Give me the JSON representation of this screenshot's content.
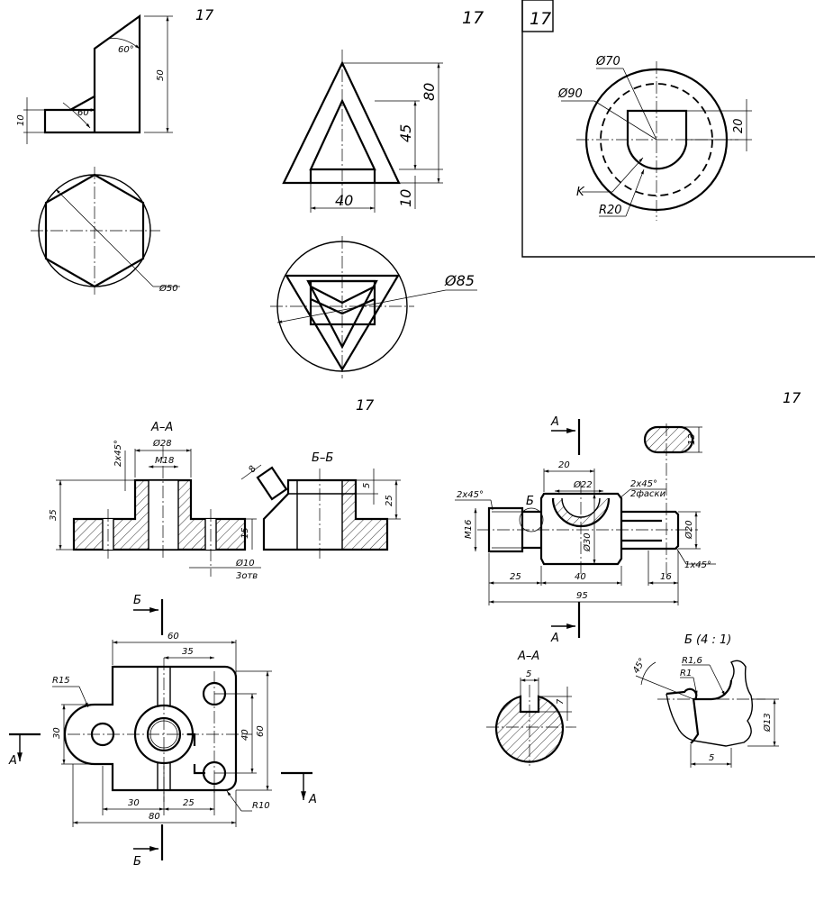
{
  "sheet": {
    "tasks": [
      {
        "number": "17",
        "dims": {
          "angle_top": "60°",
          "angle_ramp": "60°",
          "height": "50",
          "step": "10",
          "diameter": "Ø50"
        }
      },
      {
        "number": "17",
        "dims": {
          "height_total": "80",
          "height_inner": "45",
          "base": "10",
          "width": "40",
          "diameter": "Ø85"
        }
      },
      {
        "number": "17",
        "dims": {
          "inner_circle": "Ø70",
          "outer_circle": "Ø90",
          "flat": "20",
          "point": "K",
          "radius": "R20"
        }
      },
      {
        "number": "17",
        "section_aa": "А–А",
        "section_bb": "Б–Б",
        "dims": {
          "chamfer": "2x45°",
          "diameter_28": "Ø28",
          "thread": "M18",
          "size_8": "8",
          "size_5": "5",
          "size_25": "25",
          "size_35": "35",
          "size_15": "15",
          "holes": "Ø10",
          "holes_count": "3отв",
          "w60": "60",
          "w35": "35",
          "r15": "R15",
          "h30": "30",
          "h40": "40",
          "h60": "60",
          "b30": "30",
          "b25": "25",
          "w80": "80",
          "r10": "R10"
        },
        "markers": {
          "a": "А",
          "b": "Б"
        }
      },
      {
        "number": "17",
        "section_aa": "А–А",
        "detail": "Б (4 : 1)",
        "dims": {
          "chamfer_left": "2x45°",
          "chamfer_right": "2x45°",
          "chamfer_note": "2фаски",
          "w20": "20",
          "d22": "Ø22",
          "thread": "M16",
          "d30": "Ø30",
          "d20": "Ø20",
          "l25": "25",
          "l40": "40",
          "l16": "16",
          "chamfer_1x45": "1x45°",
          "l95": "95",
          "key5": "5",
          "key7": "7",
          "key13": "13",
          "angle45": "45°",
          "r16": "R1,6",
          "r1": "R1",
          "d13": "Ø13",
          "w5": "5"
        },
        "markers": {
          "a": "А",
          "b": "Б"
        }
      }
    ]
  }
}
